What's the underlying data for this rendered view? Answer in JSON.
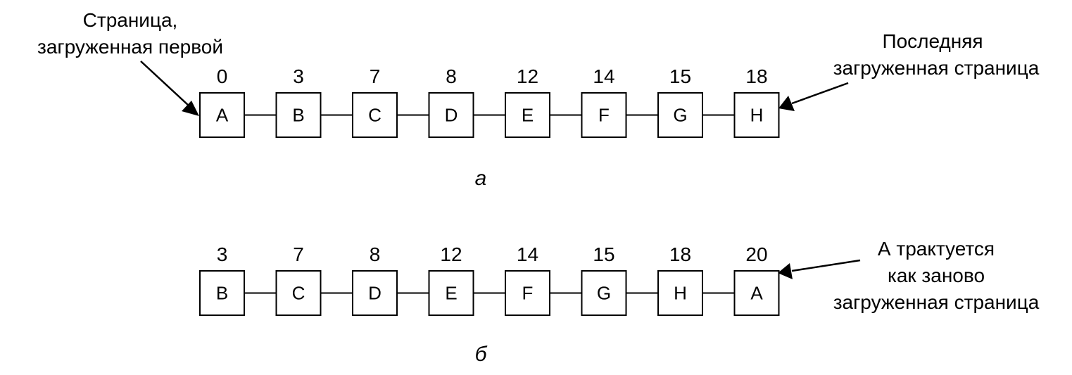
{
  "panel_a": {
    "pages": [
      {
        "letter": "A",
        "time": "0"
      },
      {
        "letter": "B",
        "time": "3"
      },
      {
        "letter": "C",
        "time": "7"
      },
      {
        "letter": "D",
        "time": "8"
      },
      {
        "letter": "E",
        "time": "12"
      },
      {
        "letter": "F",
        "time": "14"
      },
      {
        "letter": "G",
        "time": "15"
      },
      {
        "letter": "H",
        "time": "18"
      }
    ],
    "left_note": [
      "Страница,",
      "загруженная первой"
    ],
    "right_note": [
      "Последняя",
      "загруженная страница"
    ],
    "caption": "а"
  },
  "panel_b": {
    "pages": [
      {
        "letter": "B",
        "time": "3"
      },
      {
        "letter": "C",
        "time": "7"
      },
      {
        "letter": "D",
        "time": "8"
      },
      {
        "letter": "E",
        "time": "12"
      },
      {
        "letter": "F",
        "time": "14"
      },
      {
        "letter": "G",
        "time": "15"
      },
      {
        "letter": "H",
        "time": "18"
      },
      {
        "letter": "A",
        "time": "20"
      }
    ],
    "right_note": [
      "А трактуется",
      "как заново",
      "загруженная страница"
    ],
    "caption": "б"
  }
}
